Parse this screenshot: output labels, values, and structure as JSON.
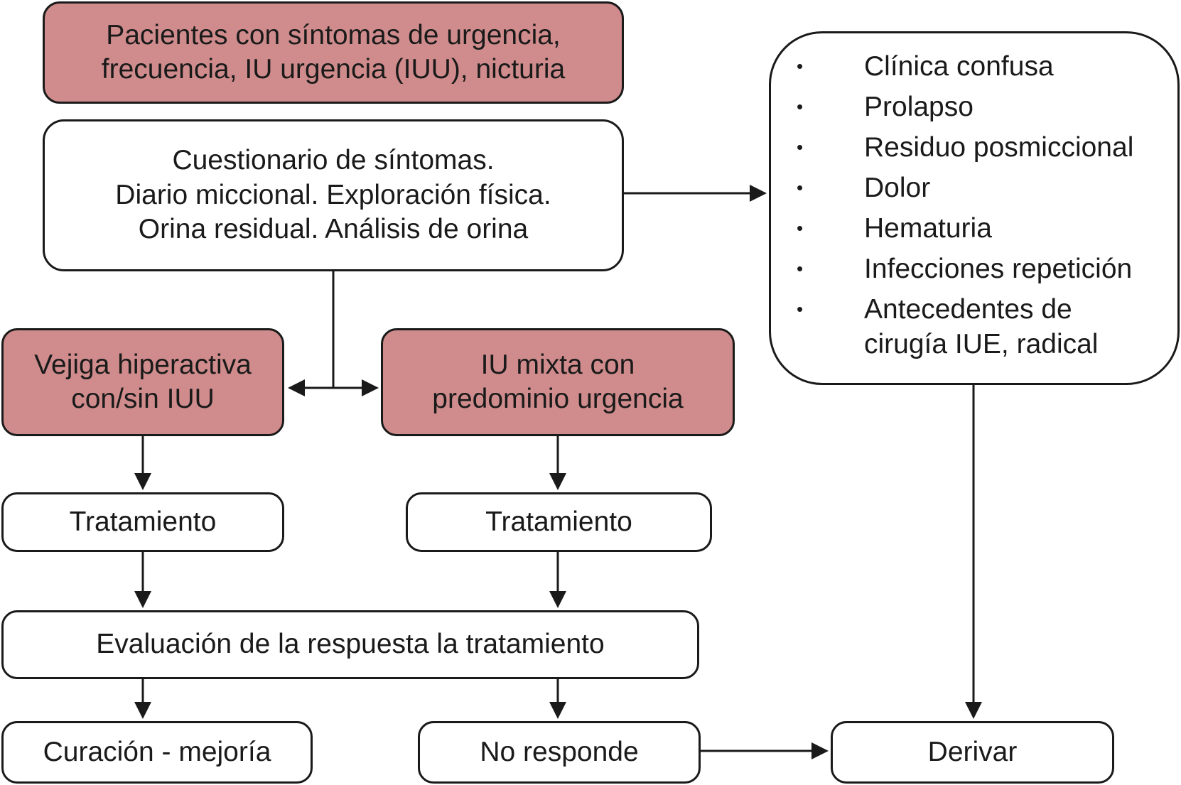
{
  "nodes": {
    "start": {
      "lines": [
        "Pacientes con síntomas de urgencia,",
        "frecuencia, IU urgencia (IUU), nicturia"
      ]
    },
    "evaluation": {
      "lines": [
        "Cuestionario de síntomas.",
        "Diario miccional. Exploración física.",
        "Orina residual. Análisis de orina"
      ]
    },
    "vejiga_hiperactiva": {
      "lines": [
        "Vejiga hiperactiva",
        "con/sin IUU"
      ]
    },
    "iu_mixta": {
      "lines": [
        "IU mixta con",
        "predominio urgencia"
      ]
    },
    "tratamiento_1": {
      "label": "Tratamiento"
    },
    "tratamiento_2": {
      "label": "Tratamiento"
    },
    "respuesta": {
      "label": "Evaluación de la respuesta la tratamiento"
    },
    "curacion": {
      "label": "Curación - mejoría"
    },
    "no_responde": {
      "label": "No responde"
    },
    "derivar": {
      "label": "Derivar"
    },
    "criterios": {
      "bullet": "•",
      "items": [
        [
          "Clínica confusa"
        ],
        [
          "Prolapso"
        ],
        [
          "Residuo posmiccional"
        ],
        [
          "Dolor"
        ],
        [
          "Hematuria"
        ],
        [
          "Infecciones repetición"
        ],
        [
          "Antecedentes de",
          "cirugía IUE, radical"
        ]
      ]
    }
  },
  "colors": {
    "filled_node": "#d08c8c",
    "line": "#1a1a1a"
  }
}
